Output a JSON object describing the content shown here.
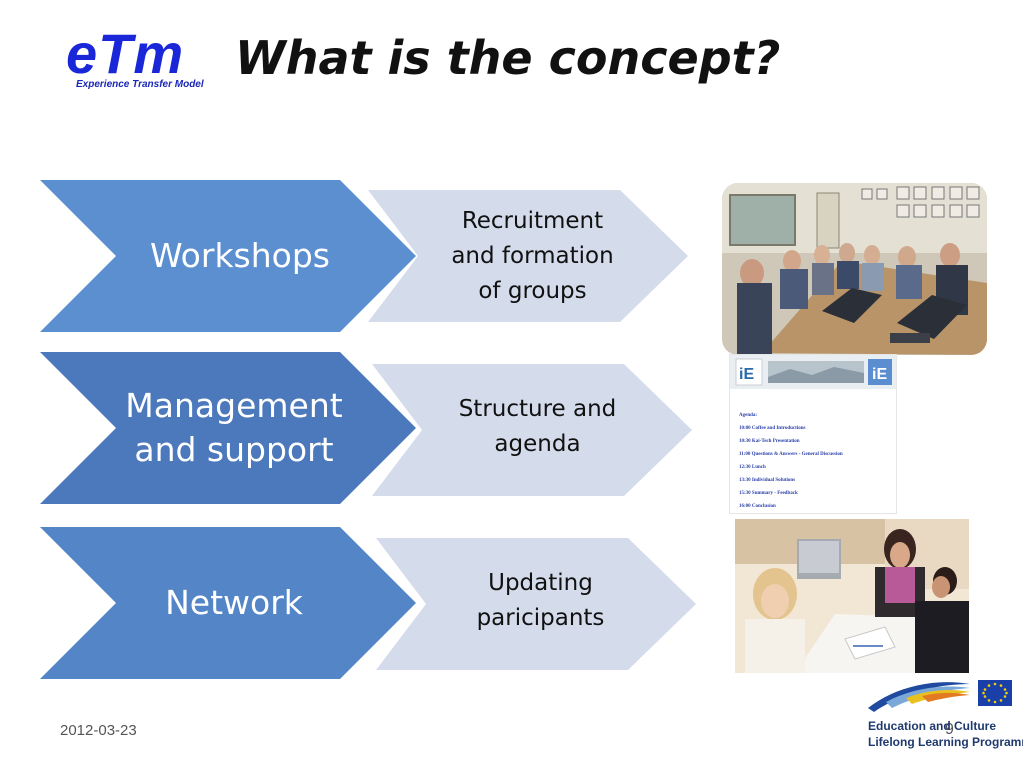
{
  "logo": {
    "main": "eTm",
    "subtitle": "Experience Transfer Model"
  },
  "slide": {
    "title": "What  is the concept?"
  },
  "rows": [
    {
      "chevron": [
        "Workshops"
      ],
      "box": [
        "Recruitment",
        "and formation",
        "of groups"
      ]
    },
    {
      "chevron": [
        "Management",
        "and support"
      ],
      "box": [
        "Structure and",
        "agenda"
      ]
    },
    {
      "chevron": [
        "Network"
      ],
      "box": [
        "Updating",
        "paricipants"
      ]
    }
  ],
  "agenda": {
    "heading": "Agenda:",
    "items": [
      "10:00  Coffee and Introductions",
      "10:30  Kai-Tech Presentation",
      "11:00  Questions & Answers - General Discussion",
      "12:30 Lunch",
      "13:30  Individual Solutions",
      "15:30  Summary - Feedback",
      "16:00 Conclusion"
    ]
  },
  "footer": {
    "date": "2012-03-23",
    "page": "9",
    "eu_line1": "Education and Culture",
    "eu_line2": "Lifelong Learning Programme"
  },
  "colors": {
    "chevron_blue": "#5b8fd0",
    "chevron_blue_dark": "#4b79bb",
    "box_light": "#d4dcec",
    "logo_blue": "#1a27d8",
    "eu_flag": "#1a3fa8",
    "eu_star": "#f5d000"
  }
}
